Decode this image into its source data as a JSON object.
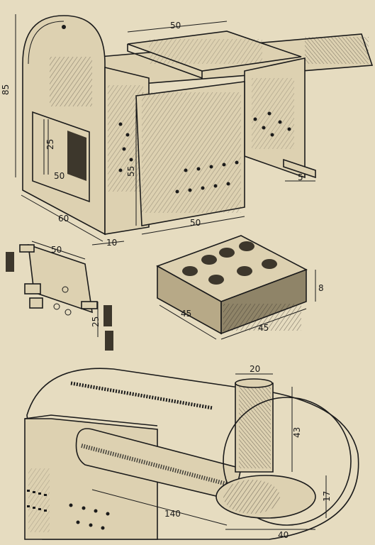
{
  "dimensions": {
    "height_85": "85",
    "top_width_50": "50",
    "window_height_25": "25",
    "window_width_50": "50",
    "base_60": "60",
    "offset_10": "10",
    "panel_height_55": "55",
    "panel_width_50": "50",
    "flange_5": "5",
    "bracket_width_50": "50",
    "bracket_height_25": "25",
    "block_depth_45": "45",
    "block_width_45": "45",
    "block_height_8": "8",
    "chimney_20": "20",
    "chimney_43": "43",
    "tube_140": "140",
    "oval_17": "17",
    "oval_40": "40"
  }
}
